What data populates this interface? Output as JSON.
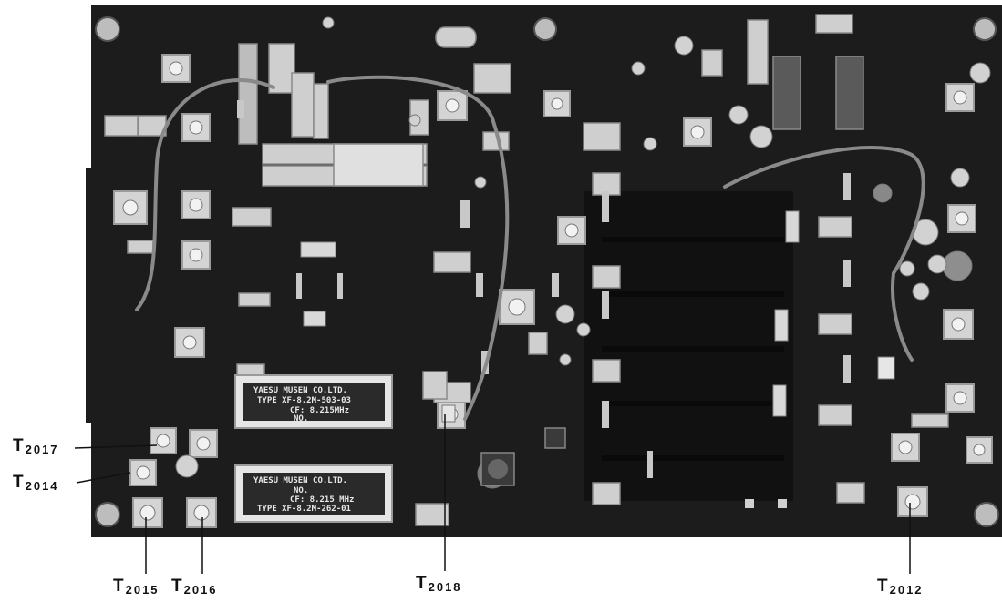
{
  "labels": {
    "T2012": {
      "main": "T",
      "sub": "2012"
    },
    "T2014": {
      "main": "T",
      "sub": "2014"
    },
    "T2015": {
      "main": "T",
      "sub": "2015"
    },
    "T2016": {
      "main": "T",
      "sub": "2016"
    },
    "T2017": {
      "main": "T",
      "sub": "2017"
    },
    "T2018": {
      "main": "T",
      "sub": "2018"
    }
  },
  "filters": [
    {
      "maker": "YAESU MUSEN CO.LTD.",
      "type": "TYPE XF-8.2M-503-03",
      "cf": "CF: 8.215MHz",
      "no": "NO."
    },
    {
      "maker": "YAESU MUSEN CO.LTD.",
      "type": "TYPE XF-8.2M-262-01",
      "cf": "CF: 8.215 MHz",
      "no": "NO."
    }
  ],
  "colors": {
    "board": "#1c1c1c",
    "component": "#d6d6d6",
    "wire": "#8a8a8a",
    "label": "#111111"
  }
}
